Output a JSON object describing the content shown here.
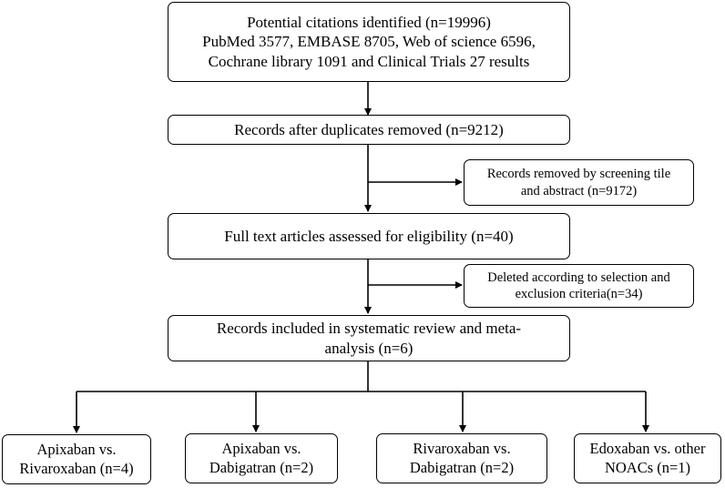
{
  "flow": {
    "identified": {
      "line1": "Potential citations identified (n=19996)",
      "line2": "PubMed 3577, EMBASE 8705, Web of science 6596,",
      "line3": "Cochrane library 1091 and Clinical Trials 27 results"
    },
    "duplicates_removed": {
      "line1": "Records after duplicates removed (n=9212)"
    },
    "screening_excluded": {
      "line1": "Records removed by screening tile",
      "line2": "and abstract (n=9172)"
    },
    "full_text": {
      "line1": "Full text articles assessed for eligibility (n=40)"
    },
    "criteria_excluded": {
      "line1": "Deleted according to selection and",
      "line2": "exclusion criteria(n=34)"
    },
    "included": {
      "line1": "Records included in systematic review and meta-",
      "line2": "analysis (n=6)"
    },
    "comparisons": [
      {
        "line1": "Apixaban vs.",
        "line2": "Rivaroxaban (n=4)"
      },
      {
        "line1": "Apixaban vs.",
        "line2": "Dabigatran (n=2)"
      },
      {
        "line1": "Rivaroxaban vs.",
        "line2": "Dabigatran (n=2)"
      },
      {
        "line1": "Edoxaban vs. other",
        "line2": "NOACs (n=1)"
      }
    ]
  }
}
